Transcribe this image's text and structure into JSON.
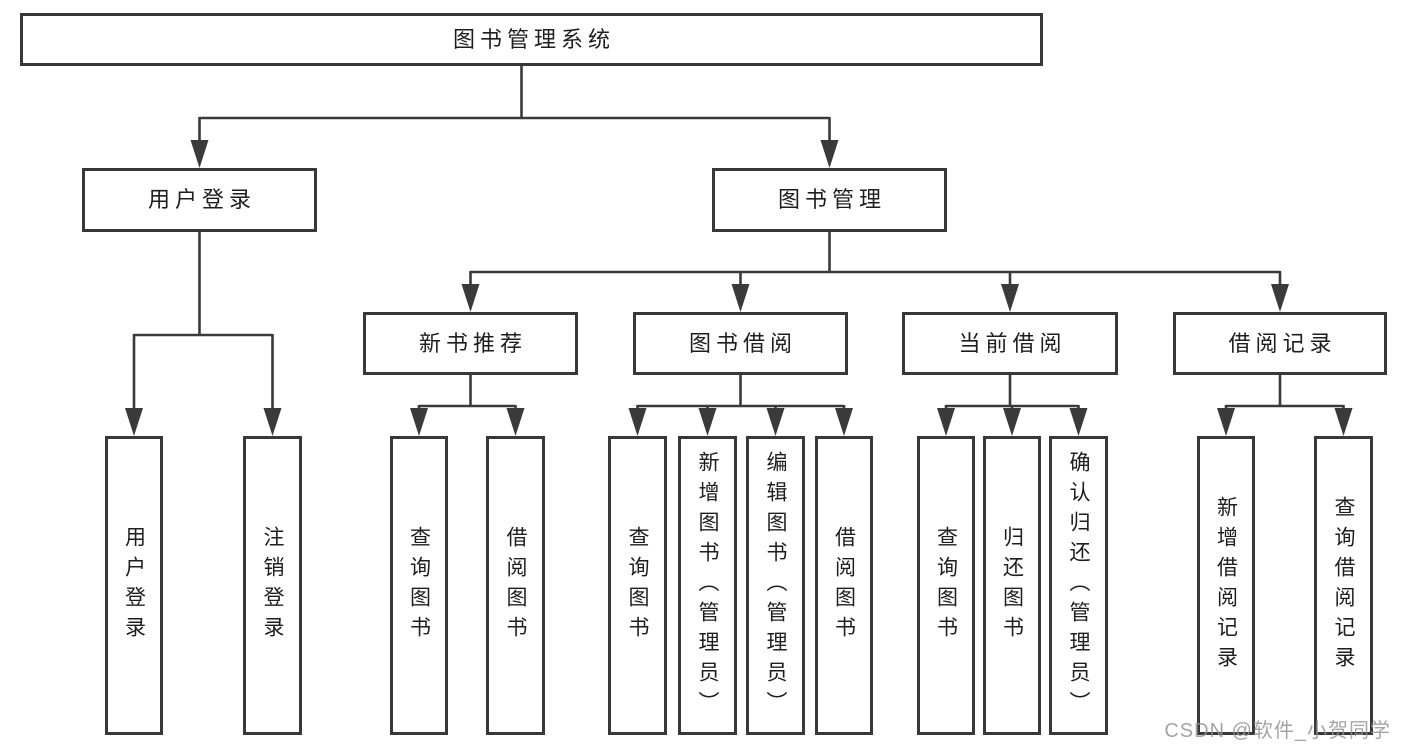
{
  "diagram": {
    "root": "图书管理系统",
    "branches": {
      "user_login": "用户登录",
      "book_management": "图书管理"
    },
    "modules": {
      "new_book_recommend": "新书推荐",
      "book_borrow": "图书借阅",
      "current_borrow": "当前借阅",
      "borrow_records": "借阅记录"
    },
    "leaves": {
      "login_user_login": "用户登录",
      "login_logout": "注销登录",
      "recommend_query_books": "查询图书",
      "recommend_borrow_books": "借阅图书",
      "borrow_query_books": "查询图书",
      "borrow_add_books": "新增图书（管理员）",
      "borrow_edit_books": "编辑图书（管理员）",
      "borrow_borrow_books": "借阅图书",
      "current_query_books": "查询图书",
      "current_return_books": "归还图书",
      "current_confirm_return": "确认归还（管理员）",
      "records_add_record": "新增借阅记录",
      "records_query_record": "查询借阅记录"
    },
    "watermark": "CSDN @软件_小贺同学"
  },
  "colors": {
    "line": "#3a3a3a",
    "text": "#1e1e1e",
    "background": "#ffffff",
    "watermark": "#949494"
  }
}
